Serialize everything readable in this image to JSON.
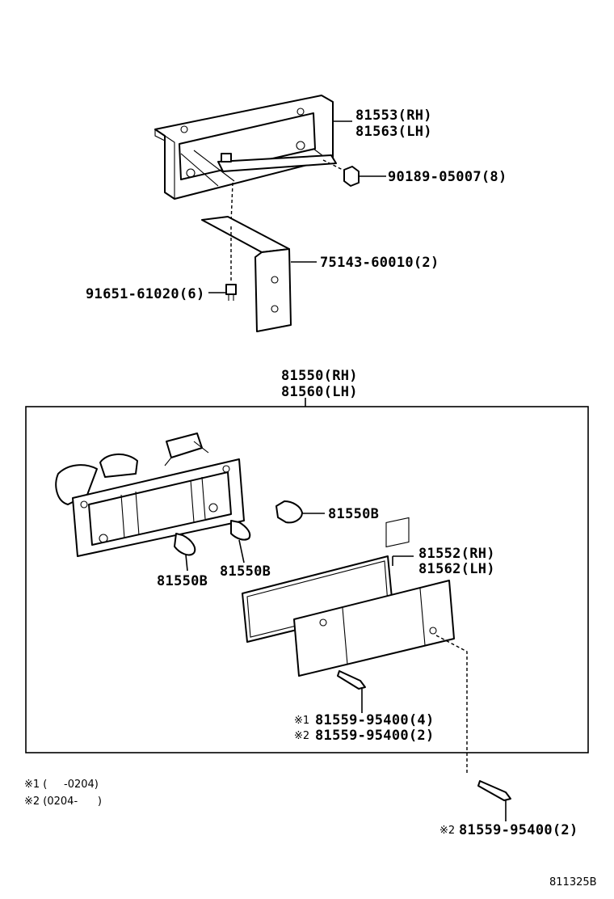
{
  "labels": {
    "frame_rh": "81553(RH)",
    "frame_lh": "81563(LH)",
    "nut": "90189-05007(8)",
    "bracket": "75143-60010(2)",
    "bolt": "91651-61020(6)",
    "assy_rh": "81550(RH)",
    "assy_lh": "81560(LH)",
    "bulb_a": "81550B",
    "bulb_b": "81550B",
    "bulb_c": "81550B",
    "lens_rh": "81552(RH)",
    "lens_lh": "81562(LH)",
    "screw_1_mark": "※1",
    "screw_1": "81559-95400(4)",
    "screw_2_mark": "※2",
    "screw_2": "81559-95400(2)",
    "screw_ext_mark": "※2",
    "screw_ext": "81559-95400(2)"
  },
  "notes": {
    "note1": "※1 (     -0204)",
    "note2": "※2 (0204-      )"
  },
  "diagram_code": "811325B"
}
